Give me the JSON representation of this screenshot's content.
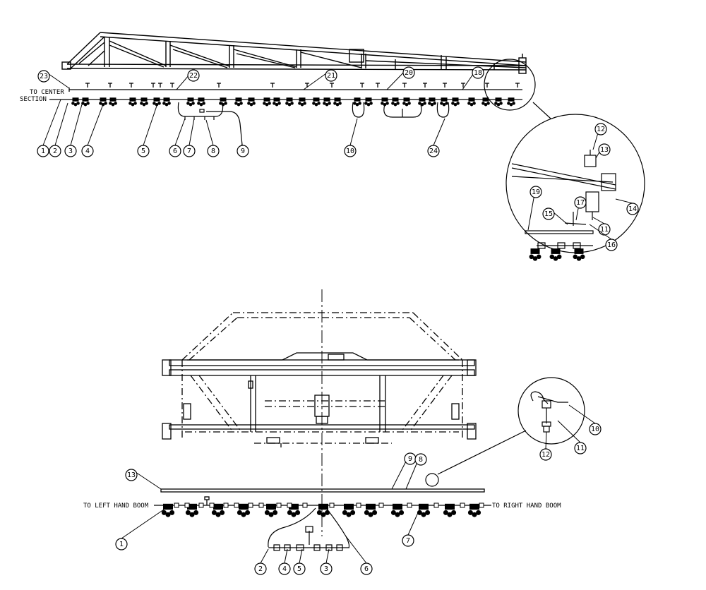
{
  "upper_view": {
    "labels": {
      "to_center": "TO CENTER",
      "section": "SECTION"
    },
    "callouts": [
      "1",
      "2",
      "3",
      "4",
      "5",
      "6",
      "7",
      "8",
      "9",
      "10",
      "24",
      "23",
      "22",
      "21",
      "20",
      "18"
    ],
    "detail_callouts": [
      "12",
      "13",
      "14",
      "11",
      "17",
      "15",
      "16",
      "19"
    ]
  },
  "lower_view": {
    "labels": {
      "to_left": "TO LEFT HAND BOOM",
      "to_right": "TO RIGHT HAND BOOM"
    },
    "callouts": [
      "13",
      "9",
      "8",
      "1",
      "7",
      "2",
      "4",
      "5",
      "3",
      "6"
    ],
    "detail_callouts": [
      "10",
      "11",
      "12"
    ]
  }
}
